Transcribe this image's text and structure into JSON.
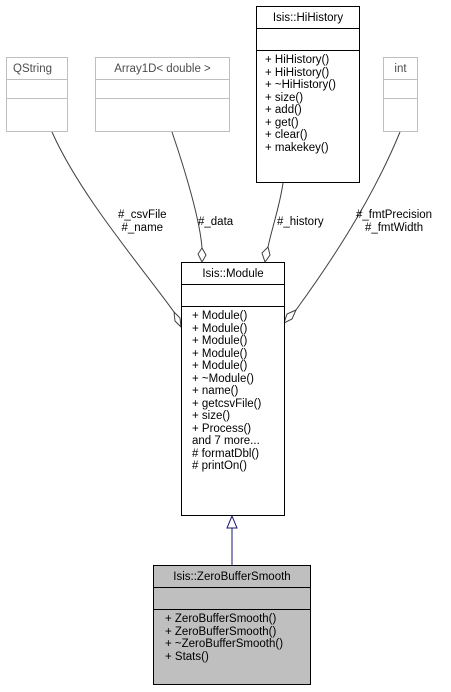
{
  "nodes": {
    "qstring": {
      "name": "QString",
      "attributes": [],
      "methods": []
    },
    "array1d": {
      "name": "Array1D< double >",
      "attributes": [],
      "methods": []
    },
    "hihistory": {
      "name": "Isis::HiHistory",
      "attributes": [],
      "methods": [
        "+ HiHistory()",
        "+ HiHistory()",
        "+ ~HiHistory()",
        "+ size()",
        "+ add()",
        "+ get()",
        "+ clear()",
        "+ makekey()"
      ]
    },
    "int": {
      "name": "int",
      "attributes": [],
      "methods": []
    },
    "module": {
      "name": "Isis::Module",
      "attributes": [],
      "methods": [
        "+ Module()",
        "+ Module()",
        "+ Module()",
        "+ Module()",
        "+ Module()",
        "+ ~Module()",
        "+ name()",
        "+ getcsvFile()",
        "+ size()",
        "+ Process()",
        "and 7 more...",
        "# formatDbl()",
        "# printOn()"
      ]
    },
    "zerobuffersmooth": {
      "name": "Isis::ZeroBufferSmooth",
      "attributes": [],
      "methods": [
        "+ ZeroBufferSmooth()",
        "+ ZeroBufferSmooth()",
        "+ ~ZeroBufferSmooth()",
        "+ Stats()"
      ]
    }
  },
  "edge_labels": {
    "csv": [
      "#_csvFile",
      "#_name"
    ],
    "data": [
      "#_data"
    ],
    "history": [
      "#_history"
    ],
    "fmt": [
      "#_fmtPrecision",
      "#_fmtWidth"
    ]
  },
  "colors": {
    "edge_usage": "#404040",
    "edge_inheritance": "#191970",
    "gray_border": "#bfbfbf",
    "highlight_fill": "#bfbfbf"
  }
}
